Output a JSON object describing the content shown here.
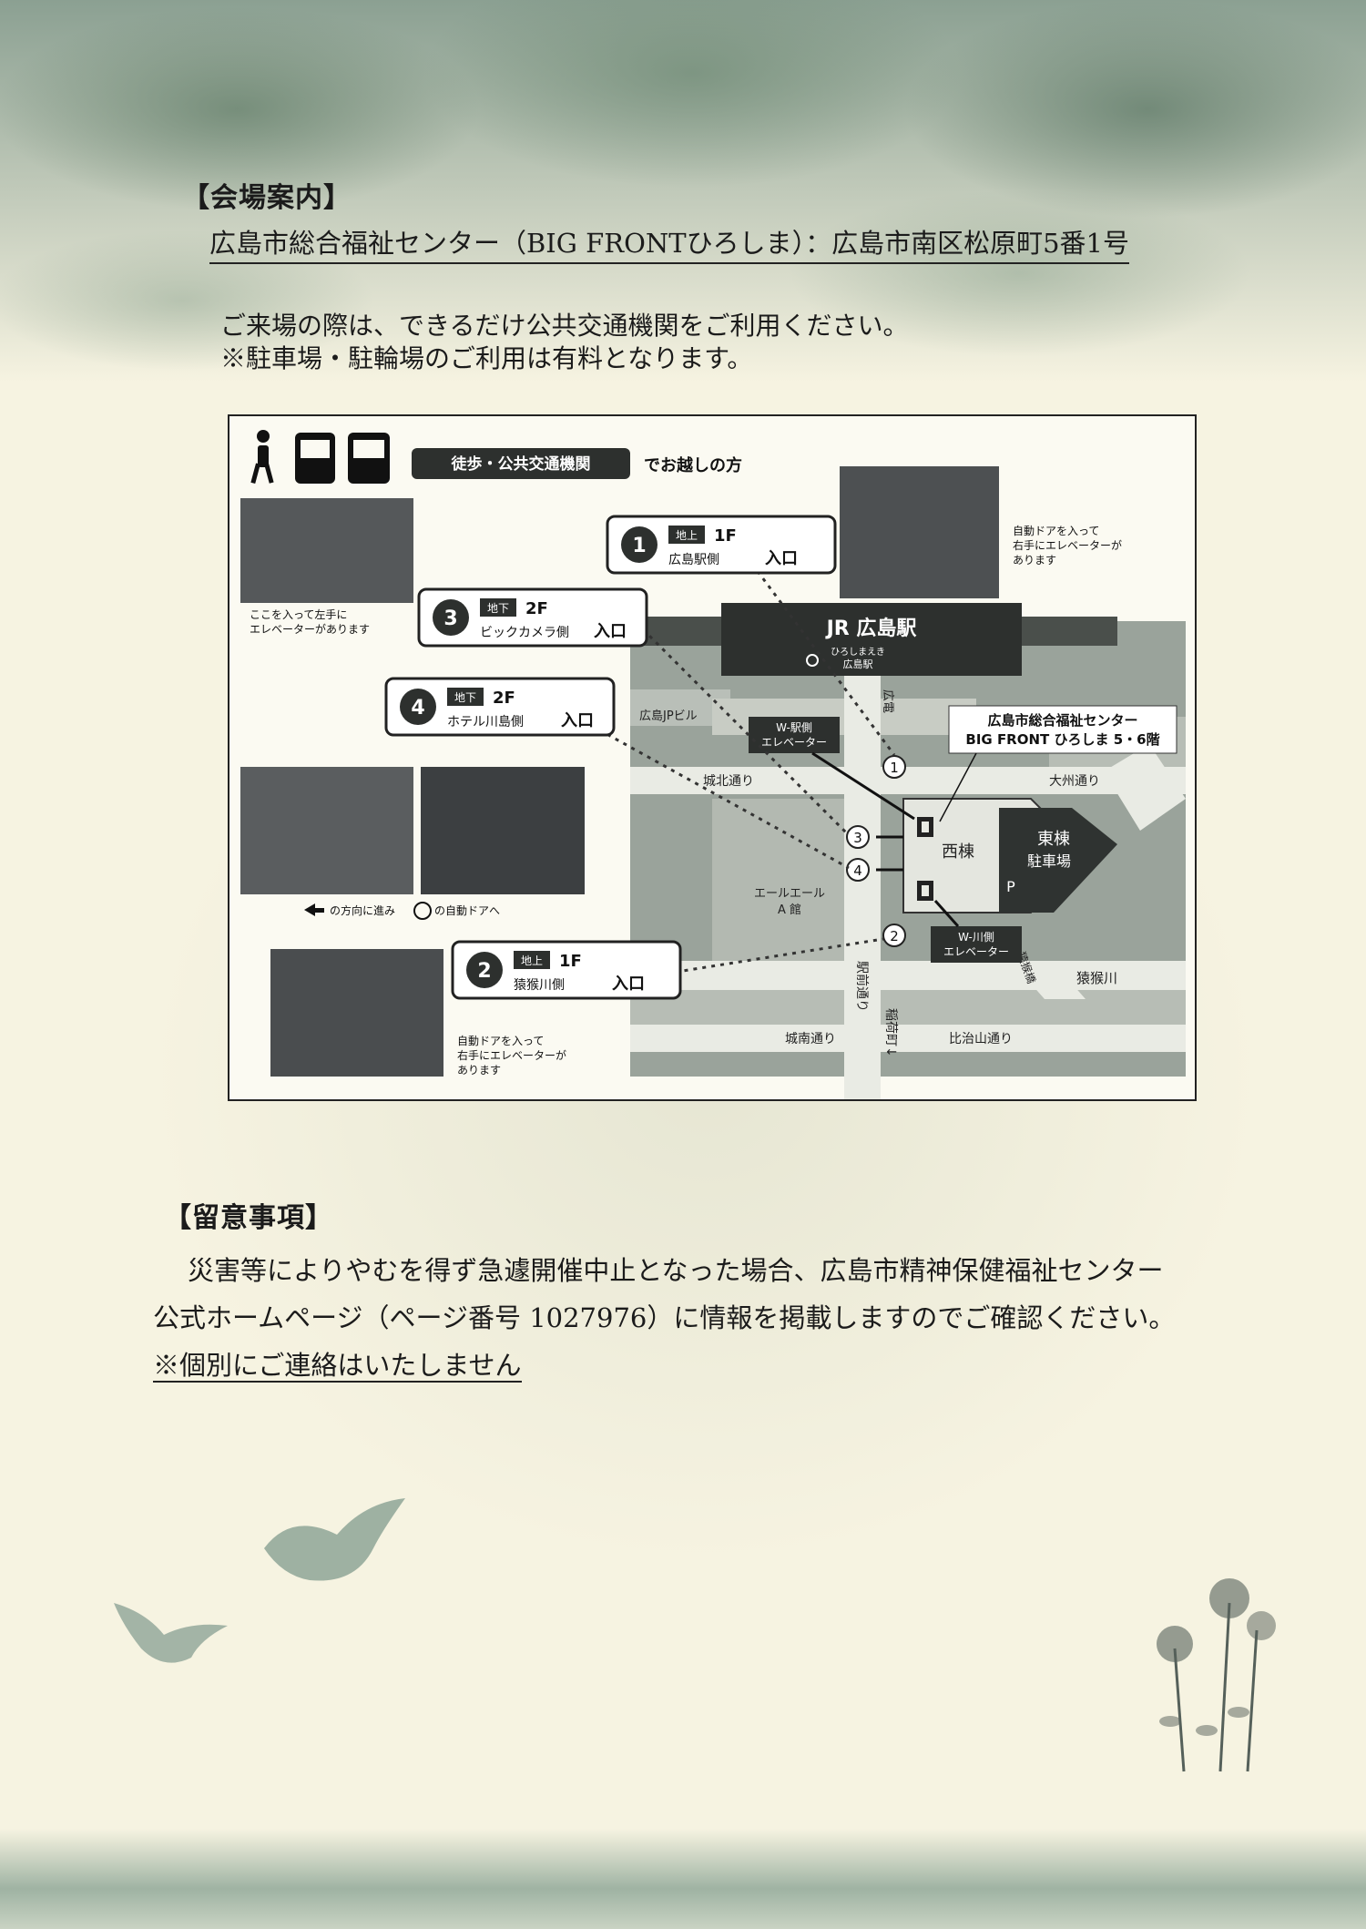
{
  "venue": {
    "heading": "【会場案内】",
    "name_address": "広島市総合福祉センター（BIG FRONTひろしま）：広島市南区松原町5番1号",
    "notes": [
      "ご来場の際は、できるだけ公共交通機関をご利用ください。",
      "※駐車場・駐輪場のご利用は有料となります。"
    ]
  },
  "map": {
    "header": {
      "badge": "徒歩・公共交通機関",
      "suffix": "でお越しの方"
    },
    "entrances": [
      {
        "num": "1",
        "tag": "地上",
        "floor": "1F",
        "side": "広島駅側",
        "label": "入口"
      },
      {
        "num": "2",
        "tag": "地上",
        "floor": "1F",
        "side": "猿猴川側",
        "label": "入口"
      },
      {
        "num": "3",
        "tag": "地下",
        "floor": "2F",
        "side": "ビックカメラ側",
        "label": "入口"
      },
      {
        "num": "4",
        "tag": "地下",
        "floor": "2F",
        "side": "ホテル川島側",
        "label": "入口"
      }
    ],
    "captions": {
      "photo_1": [
        "自動ドアを入って",
        "右手にエレベーターが",
        "あります"
      ],
      "photo_3": [
        "ここを入って左手に",
        "エレベーターがあります"
      ],
      "photo_4": [
        "の方向に進み",
        "の自動ドアへ"
      ],
      "photo_2": [
        "自動ドアを入って",
        "右手にエレベーターが",
        "あります"
      ]
    },
    "labels": {
      "station": "JR 広島駅",
      "station_sub": "ひろしまえき",
      "station_sub2": "広島駅",
      "hiroden": "広電",
      "post": "広島JPビル",
      "w_ekigawa": [
        "W-駅側",
        "エレベーター"
      ],
      "w_kawagawa": [
        "W-川側",
        "エレベーター"
      ],
      "center": [
        "広島市総合福祉センター",
        "BIG FRONT ひろしま 5・6階"
      ],
      "johoku": "城北通り",
      "oosu": "大州通り",
      "airu": [
        "エールエール",
        "A 館"
      ],
      "nishi": "西棟",
      "higashi": "東棟",
      "parking": "駐車場",
      "p": "P",
      "ekimae": "駅前通り",
      "inari": "稲荷町↓",
      "enko_bridge": "猿猴橋",
      "enko_river": "猿猴川",
      "jonan": "城南通り",
      "hijiyama": "比治山通り"
    }
  },
  "caution": {
    "heading": "【留意事項】",
    "lines": [
      "災害等によりやむを得ず急遽開催中止となった場合、広島市精神保健福祉センター",
      "公式ホームページ（ページ番号 1027976）に情報を掲載しますのでご確認ください。",
      "※個別にご連絡はいたしません"
    ]
  },
  "decorations": [
    "bird-icon",
    "bird-icon",
    "flower-icon"
  ]
}
